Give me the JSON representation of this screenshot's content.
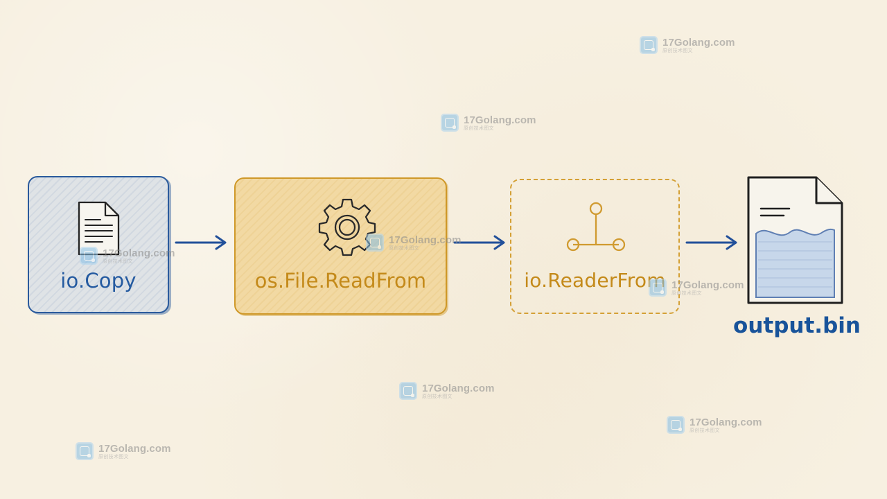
{
  "nodes": {
    "copy": {
      "label": "io.Copy",
      "icon": "document-icon"
    },
    "readfrom": {
      "label": "os.File.ReadFrom",
      "icon": "gear-icon"
    },
    "readerfrom": {
      "label": "io.ReaderFrom",
      "icon": "interface-branch-icon"
    },
    "output": {
      "label": "output.bin",
      "icon": "output-file-icon"
    }
  },
  "watermark": {
    "text": "17Golang.com",
    "subtext": "原创技术图文",
    "icon": "golang-logo-icon"
  },
  "colors": {
    "background": "#f7f0e1",
    "blue": "#245aa0",
    "gold": "#c48a1a",
    "copy_fill": "#dfe3e6",
    "readfrom_fill": "#f2d9a3",
    "output_fill": "#c7d7ea"
  }
}
